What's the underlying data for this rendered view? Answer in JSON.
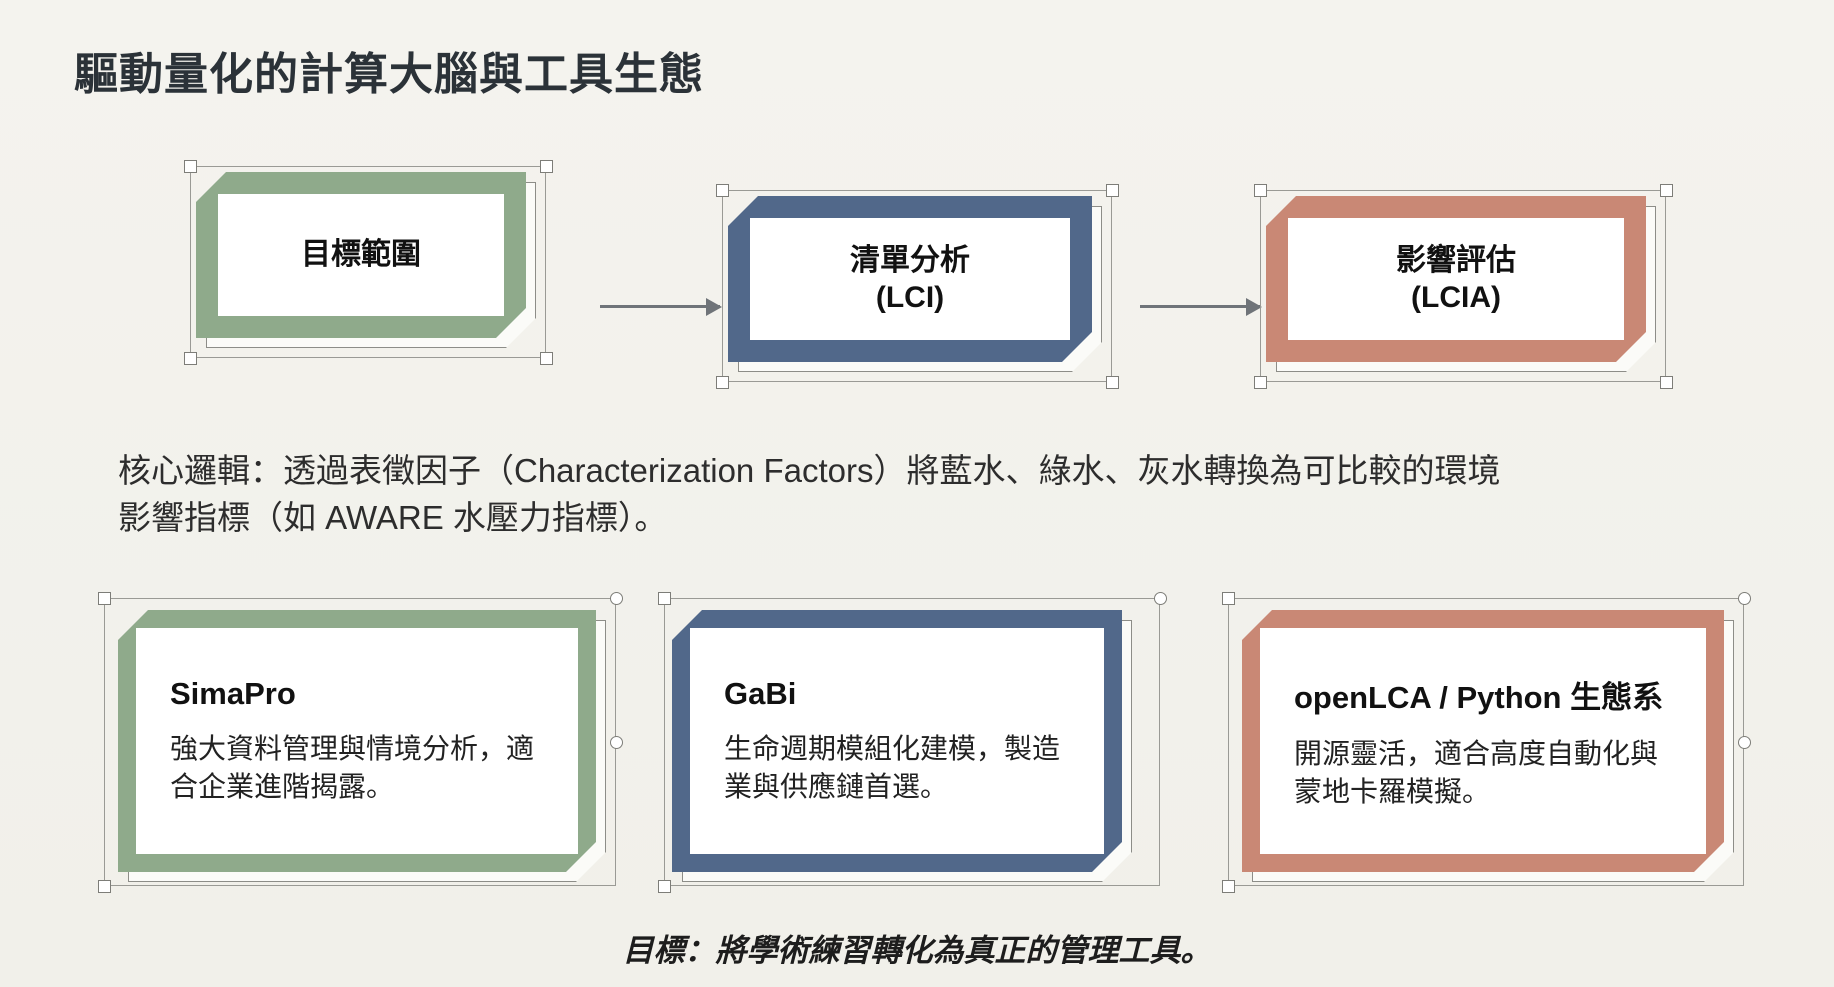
{
  "slide": {
    "title": "驅動量化的計算大腦與工具生態",
    "background_color": "#f2f1ec"
  },
  "process_flow": {
    "steps": [
      {
        "id": "goal-scope",
        "line1": "目標範圍",
        "line2": "",
        "accent_color": "#8faa8b"
      },
      {
        "id": "lci",
        "line1": "清單分析",
        "line2": "(LCI)",
        "accent_color": "#51688a"
      },
      {
        "id": "lcia",
        "line1": "影響評估",
        "line2": "(LCIA)",
        "accent_color": "#c98875"
      }
    ],
    "connector_icon": "arrow-right-icon"
  },
  "core_logic": {
    "line1": "核心邏輯：透過表徵因子（Characterization Factors）將藍水、綠水、灰水轉換為可比較的環境",
    "line2": "影響指標（如 AWARE 水壓力指標）。"
  },
  "tools": [
    {
      "id": "simapro",
      "name": "SimaPro",
      "description": "強大資料管理與情境分析，適合企業進階揭露。",
      "accent_color": "#8faa8b"
    },
    {
      "id": "gabi",
      "name": "GaBi",
      "description": "生命週期模組化建模，製造業與供應鏈首選。",
      "accent_color": "#51688a"
    },
    {
      "id": "openlca-python",
      "name": "openLCA / Python 生態系",
      "description": "開源靈活，適合高度自動化與蒙地卡羅模擬。",
      "accent_color": "#c98875"
    }
  ],
  "footer": {
    "note": "目標：將學術練習轉化為真正的管理工具。"
  }
}
